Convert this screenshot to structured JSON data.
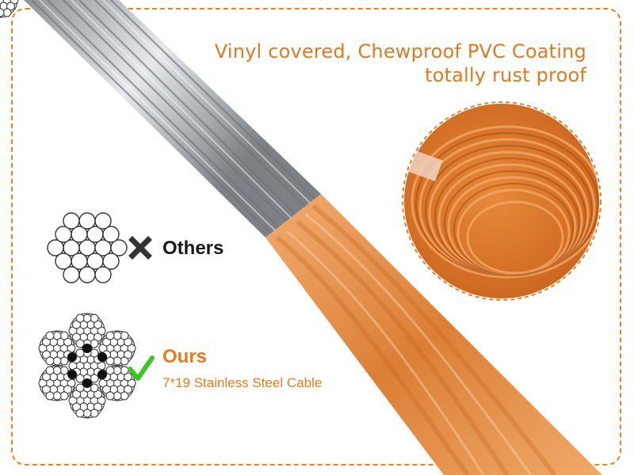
{
  "headline": {
    "line1": "Vinyl covered, Chewproof PVC Coating",
    "line2": "totally rust proof"
  },
  "comparison": {
    "others": {
      "label": "Others",
      "icon": "x-mark-icon",
      "color": "#333333"
    },
    "ours": {
      "label": "Ours",
      "sublabel": "7*19 Stainless Steel Cable",
      "icon": "check-mark-icon",
      "color": "#39c81f"
    }
  },
  "colors": {
    "accent": "#e8812c",
    "coating": "#e0873a",
    "steel": "#b9bcc0"
  }
}
